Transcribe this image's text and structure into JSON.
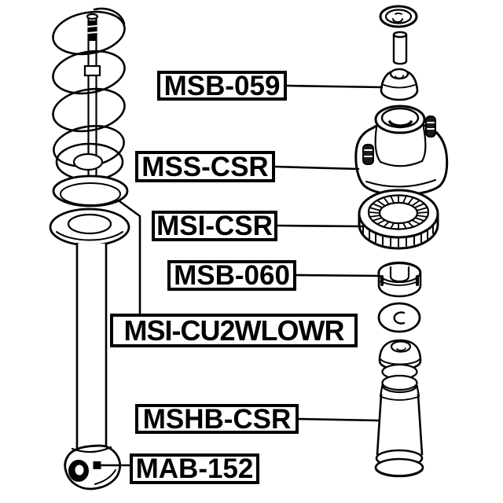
{
  "diagram": {
    "title": "rear shock absorber assembly parts diagram",
    "colors": {
      "background": "#ffffff",
      "line": "#000000",
      "text": "#000000"
    },
    "labels": [
      {
        "id": "msb-059",
        "text": "MSB-059"
      },
      {
        "id": "mss-csr",
        "text": "MSS-CSR"
      },
      {
        "id": "msi-csr",
        "text": "MSI-CSR"
      },
      {
        "id": "msb-060",
        "text": "MSB-060"
      },
      {
        "id": "msi-cu2wlowr",
        "text": "MSI-CU2WLOWR"
      },
      {
        "id": "mshb-csr",
        "text": "MSHB-CSR"
      },
      {
        "id": "mab-152",
        "text": "MAB-152"
      }
    ]
  }
}
